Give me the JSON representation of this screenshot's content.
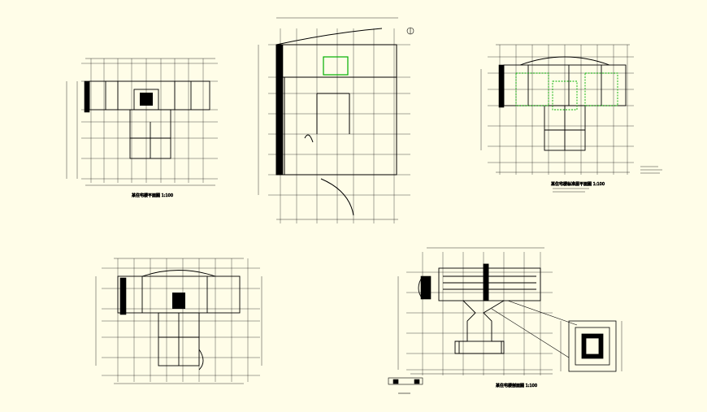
{
  "drawing": {
    "background_color": "#fffde8",
    "line_color": "#000000",
    "accent_color": "#00b000",
    "north_symbol": "north-arrow-icon"
  },
  "plans": [
    {
      "name": "plan-top-left",
      "caption": "某住宅楼平面图 1:100"
    },
    {
      "name": "plan-top-center",
      "caption": ""
    },
    {
      "name": "plan-top-right",
      "caption": "某住宅楼标准层平面图 1:100"
    },
    {
      "name": "plan-bottom-left",
      "caption": ""
    },
    {
      "name": "plan-bottom-right",
      "caption": "某住宅楼剖面图 1:100"
    }
  ]
}
